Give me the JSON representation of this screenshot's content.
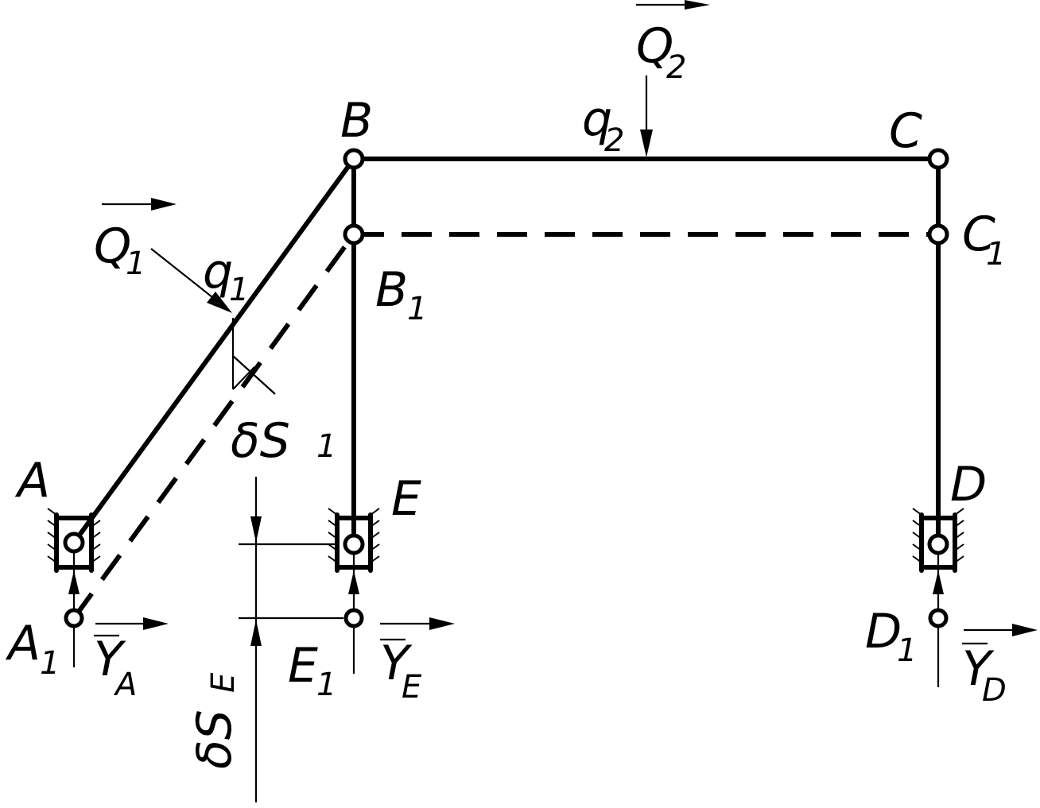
{
  "labels": {
    "B": "B",
    "C": "C",
    "B1_main": "B",
    "B1_sub": "1",
    "C1_main": "C",
    "C1_sub": "1",
    "A": "A",
    "A1_main": "A",
    "A1_sub": "1",
    "E": "E",
    "E1_main": "E",
    "E1_sub": "1",
    "D": "D",
    "D1_main": "D",
    "D1_sub": "1",
    "Q1_main": "Q",
    "Q1_sub": "1",
    "Q2_main": "Q",
    "Q2_sub": "2",
    "q1_main": "q",
    "q1_sub": "1",
    "q2_main": "q",
    "q2_sub": "2",
    "dS1_main": "δS",
    "dS1_sub": "1",
    "dSE_main": "δS",
    "dSE_sub": "E",
    "YA_main": "Y",
    "YA_sub": "A",
    "YE_main": "Y",
    "YE_sub": "E",
    "YD_main": "Y",
    "YD_sub": "D"
  },
  "colors": {
    "ink": "#000000",
    "background": "#ffffff"
  }
}
